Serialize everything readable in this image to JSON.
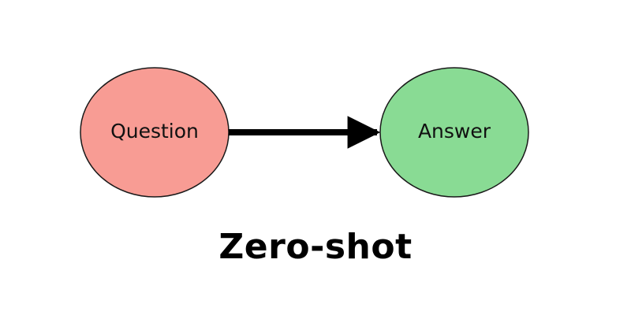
{
  "diagram": {
    "nodes": [
      {
        "id": "question",
        "label": "Question",
        "color": "#F89C94"
      },
      {
        "id": "answer",
        "label": "Answer",
        "color": "#89DB94"
      }
    ],
    "edges": [
      {
        "from": "question",
        "to": "answer"
      }
    ],
    "caption": "Zero-shot",
    "colors": {
      "arrow": "#000000",
      "node_border": "#1a1a1a",
      "background": "#ffffff"
    }
  }
}
